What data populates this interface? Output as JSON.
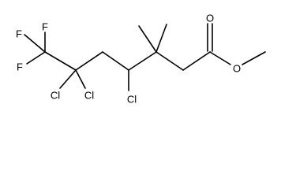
{
  "molecule": {
    "atoms": {
      "f_top": "F",
      "f_left": "F",
      "f_bottom": "F",
      "cl_c6_left": "Cl",
      "cl_c6_right": "Cl",
      "cl_c4": "Cl",
      "o_carbonyl": "O",
      "o_ester": "O"
    }
  }
}
